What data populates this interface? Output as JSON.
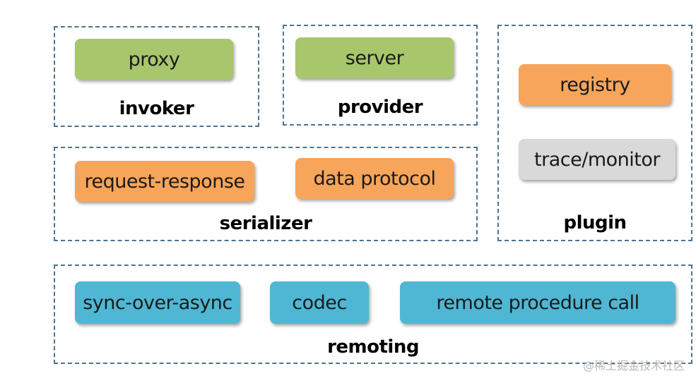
{
  "groups": {
    "invoker": {
      "label": "invoker",
      "boxes": {
        "proxy": "proxy"
      }
    },
    "provider": {
      "label": "provider",
      "boxes": {
        "server": "server"
      }
    },
    "plugin": {
      "label": "plugin",
      "boxes": {
        "registry": "registry",
        "trace_monitor": "trace/monitor"
      }
    },
    "serializer": {
      "label": "serializer",
      "boxes": {
        "request_response": "request-response",
        "data_protocol": "data protocol"
      }
    },
    "remoting": {
      "label": "remoting",
      "boxes": {
        "sync_over_async": "sync-over-async",
        "codec": "codec",
        "rpc": "remote procedure call"
      }
    }
  },
  "colors": {
    "green": "#a8c66c",
    "orange": "#f7a55a",
    "gray": "#d9d9d9",
    "blue": "#4fb7d4",
    "dashed_border": "#4d7491"
  },
  "watermark": "@稀土掘金技术社区"
}
